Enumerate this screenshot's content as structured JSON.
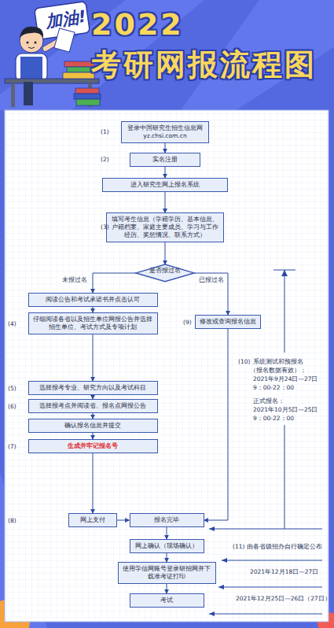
{
  "diagram": {
    "title": "2022 考研网报流程图",
    "nodes": [
      {
        "text": [
          "登录中国研究生招生信息网 yz.chsi.com.cn"
        ]
      },
      {
        "text": [
          "实名注册"
        ]
      },
      {
        "text": [
          "进入研究生网上报名系统"
        ]
      },
      {
        "text": [
          "填写考生信息（学籍学历、基本信息、户籍档案、家庭主要成员、学习与工作经历、奖惩情况、联系方式）"
        ]
      },
      {
        "text": [
          "是否报过名"
        ]
      },
      {
        "text": [
          "阅读公告和考试承诺书并点击认可"
        ]
      },
      {
        "text": [
          "仔细阅读各省以及招生单位网报公告并选择招生单位、考试方式及专项计划"
        ]
      },
      {
        "text": [
          "修改或查询报名信息"
        ]
      },
      {
        "text": [
          "选择报考专业、研究方向以及考试科目"
        ]
      },
      {
        "text": [
          "选择报考点并阅读省、报名点网报公告"
        ]
      },
      {
        "text": [
          "确认报名信息并提交"
        ]
      },
      {
        "text": [
          "生成并牢记报名号"
        ]
      },
      {
        "text": [
          "网上支付"
        ]
      },
      {
        "text": [
          "报名完毕"
        ]
      },
      {
        "text": [
          "网上确认（现场确认）"
        ]
      },
      {
        "text": [
          "使用学信网账号登录研招网并下载准考证打印"
        ]
      },
      {
        "text": [
          "考试"
        ]
      }
    ],
    "edges": [
      {
        "from": 0,
        "to": 1,
        "arrow": "to"
      },
      {
        "from": 1,
        "to": 2,
        "arrow": "to"
      },
      {
        "from": 2,
        "to": 3,
        "arrow": "to"
      },
      {
        "from": 3,
        "to": 4,
        "arrow": "to"
      },
      {
        "from": 4,
        "to": 5,
        "label": "未报过名",
        "arrow": "to"
      },
      {
        "from": 4,
        "to": 7,
        "label": "已报过名",
        "arrow": "to"
      },
      {
        "from": 5,
        "to": 6,
        "arrow": "to"
      },
      {
        "from": 6,
        "to": 8,
        "arrow": "to"
      },
      {
        "from": 8,
        "to": 9,
        "arrow": "to"
      },
      {
        "from": 9,
        "to": 10,
        "arrow": "to"
      },
      {
        "from": 10,
        "to": 11,
        "arrow": "to"
      },
      {
        "from": 11,
        "to": 12,
        "arrow": "to"
      },
      {
        "from": 12,
        "to": 13,
        "arrow": "to"
      },
      {
        "from": 7,
        "to": 13,
        "arrow": "to"
      },
      {
        "from": 13,
        "to": 14,
        "arrow": "to"
      },
      {
        "from": 14,
        "to": 15,
        "arrow": "to"
      },
      {
        "from": 15,
        "to": 16,
        "arrow": "to"
      }
    ],
    "labels": [
      "加油!",
      "(1)",
      "(2)",
      "(3)",
      "(4)",
      "(5)",
      "(6)",
      "(7)",
      "(8)",
      "(9)",
      "(10)",
      "系统测试和预报名",
      "（报名数据有效）：",
      "2021年9月24日—27日",
      "9：00-22：00",
      "正式报名：",
      "2021年10月5日—25日",
      "9：00-22：00",
      "(11)",
      "由各省级招办自行确定公布",
      "2021年12月18日—27日",
      "2021年12月25日—26日（27日）"
    ]
  }
}
